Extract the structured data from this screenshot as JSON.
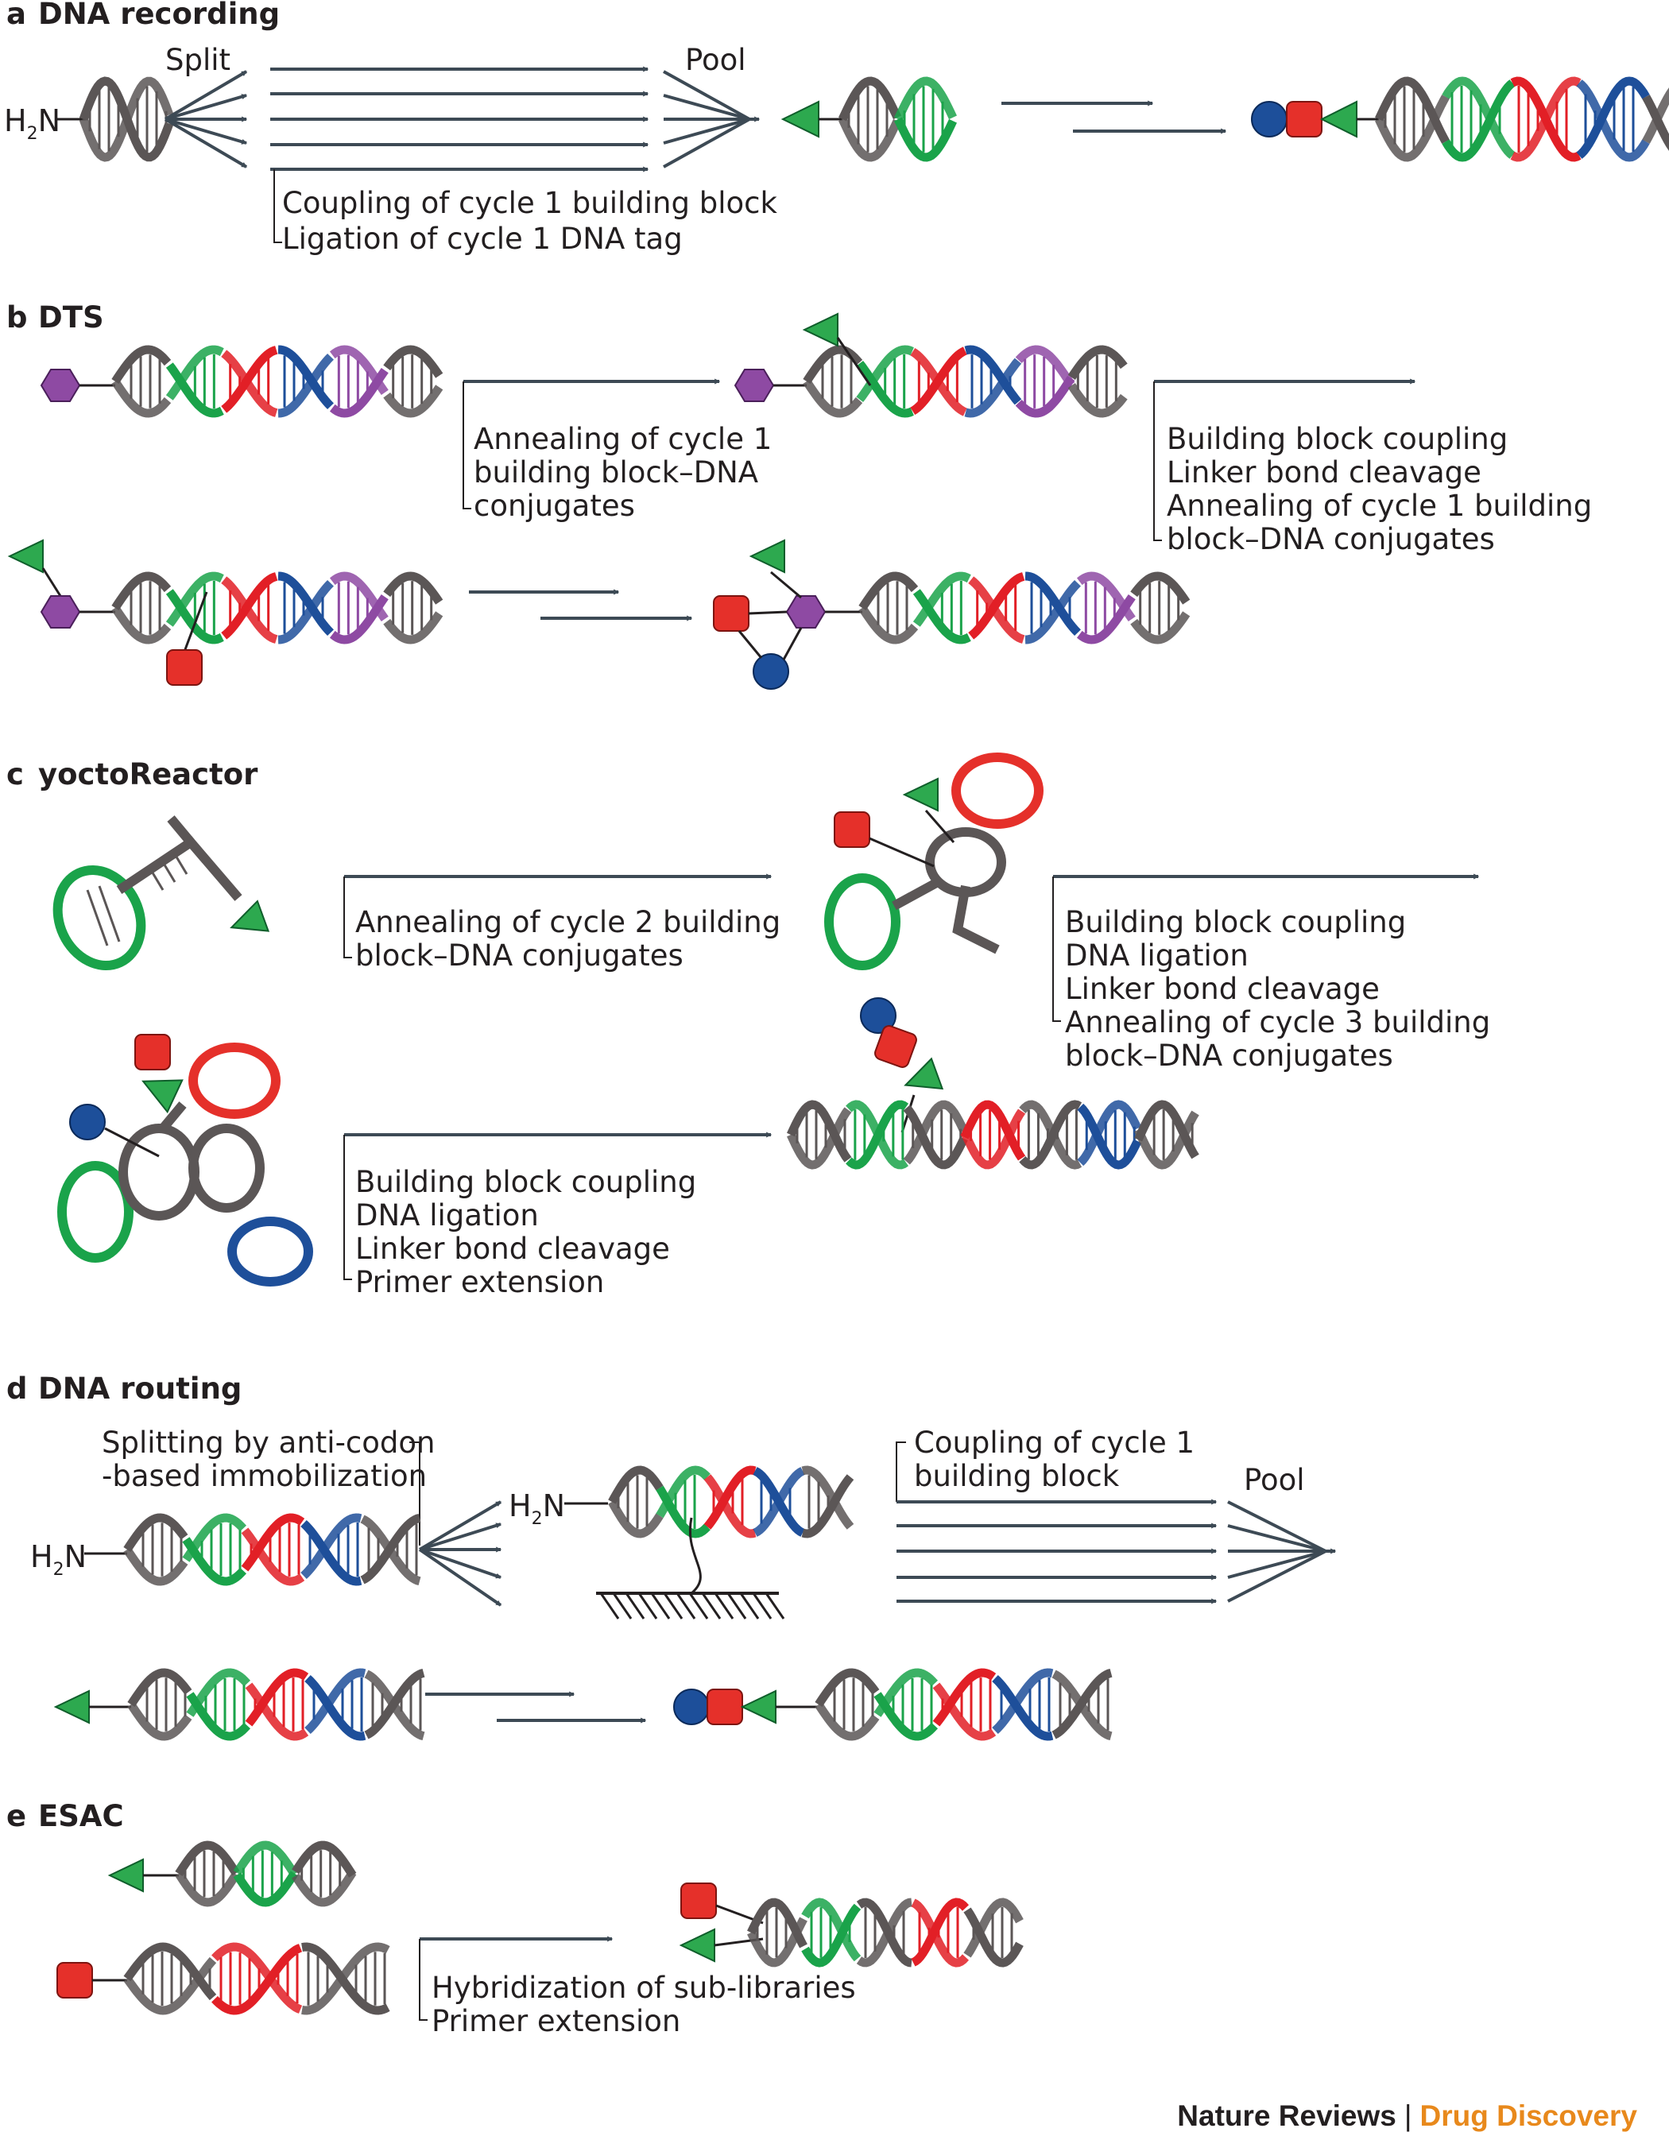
{
  "colors": {
    "dna_grey": "#5b5656",
    "cycle1_green": "#1aa34a",
    "cycle2_red": "#e21f26",
    "cycle3_blue": "#1e4f9a",
    "code_purple": "#8e4aa3",
    "arrow": "#3d4a55",
    "journal_orange": "#e8891c"
  },
  "panels": {
    "a": {
      "letter": "a",
      "title": "DNA recording",
      "amine": "H",
      "amine_sub": "2",
      "amine_tail": "N",
      "split_label": "Split",
      "pool_label": "Pool",
      "steps": [
        "Coupling of cycle 1 building block",
        "Ligation of cycle 1 DNA tag"
      ]
    },
    "b": {
      "letter": "b",
      "title": "DTS",
      "steps1": [
        "Annealing of cycle 1",
        "building block–DNA",
        "conjugates"
      ],
      "steps2": [
        "Building block coupling",
        "Linker bond cleavage",
        "Annealing of cycle 1 building",
        "block–DNA conjugates"
      ]
    },
    "c": {
      "letter": "c",
      "title": "yoctoReactor",
      "steps1": [
        "Annealing of cycle 2 building",
        "block–DNA conjugates"
      ],
      "steps2": [
        "Building block coupling",
        "DNA ligation",
        "Linker bond cleavage",
        "Annealing of cycle 3 building",
        "block–DNA conjugates"
      ],
      "steps3": [
        "Building block coupling",
        "DNA ligation",
        "Linker bond cleavage",
        "Primer extension"
      ]
    },
    "d": {
      "letter": "d",
      "title": "DNA routing",
      "split_text": [
        "Splitting by anti-codon",
        "-based immobilization"
      ],
      "coupling_text": [
        "Coupling of cycle 1",
        "building block"
      ],
      "pool_label": "Pool",
      "amine": "H",
      "amine_sub": "2",
      "amine_tail": "N"
    },
    "e": {
      "letter": "e",
      "title": "ESAC",
      "steps": [
        "Hybridization of sub-libraries",
        "Primer extension"
      ]
    }
  },
  "footer": {
    "journal": "Nature Reviews",
    "separator": "|",
    "section": "Drug Discovery"
  }
}
